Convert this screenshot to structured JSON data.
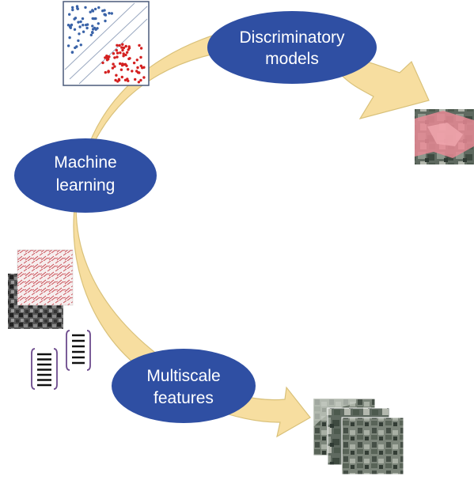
{
  "nodes": {
    "discriminatory": {
      "line1": "Discriminatory",
      "line2": "models"
    },
    "machine_learning": {
      "line1": "Machine",
      "line2": "learning"
    },
    "multiscale": {
      "line1": "Multiscale",
      "line2": "features"
    }
  },
  "colors": {
    "arrow_fill": "#f7dea0",
    "arrow_stroke": "#d9c17a",
    "ellipse_fill": "#2f4fa3",
    "blue_points": "#3a63a8",
    "red_points": "#d42020",
    "overlay_pink": "#e88a95"
  },
  "icons": {
    "scatter_plot": "scatter-plot-icon",
    "classified_map": "classification-map-icon",
    "image_stack": "satellite-image-stack-icon",
    "feature_vectors": "feature-vector-icon",
    "texture_images": "texture-image-stack-icon"
  }
}
